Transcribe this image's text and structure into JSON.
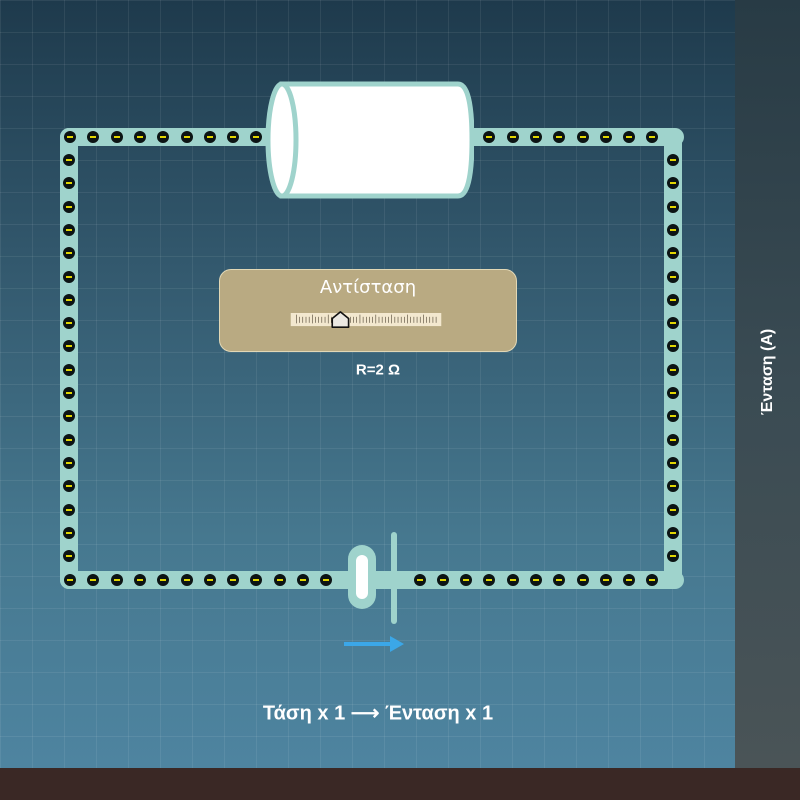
{
  "resistor": {
    "title": "Αντίσταση",
    "value_label": "R=2 Ω",
    "resistance_ohms": 2,
    "slider_fraction": 0.33
  },
  "side_panel": {
    "label": "Ένταση (A)"
  },
  "footer": {
    "ratio_text": "Τάση x 1 ⟶ Ένταση x 1"
  },
  "colors": {
    "wire": "#9fd3cc",
    "electron": "#0c1414",
    "electron_sign": "#e2d600",
    "panel": "#b9aa82",
    "arrow": "#3ba7e8",
    "floor": "#3a2825"
  },
  "icons": {
    "bulb": "light-bulb-icon",
    "battery": "battery-icon",
    "arrow": "current-direction-arrow-icon"
  }
}
